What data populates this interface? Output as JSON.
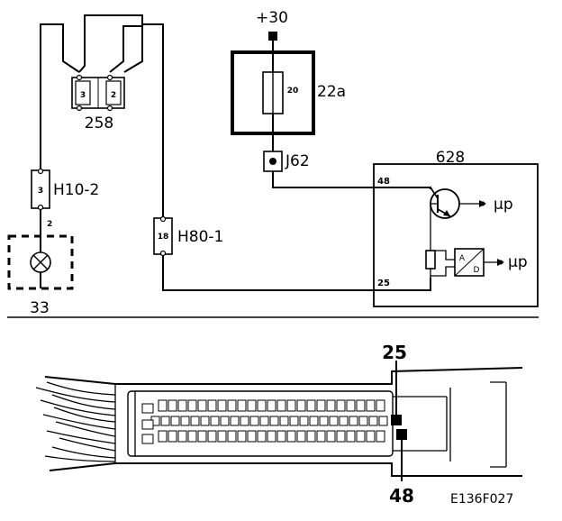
{
  "labels": {
    "supply": "+30",
    "fuse_unit": "22a",
    "fuse_rating": "20",
    "splice": "J62",
    "module": "628",
    "switch_block": "258",
    "switch_pin_left": "3",
    "switch_pin_right": "2",
    "connector_h10": "H10-2",
    "connector_h10_pin": "3",
    "lamp_pin": "2",
    "lamp": "33",
    "connector_h80": "H80-1",
    "connector_h80_pin": "18",
    "pin_48": "48",
    "pin_25": "25",
    "mu_out_1": "µp",
    "mu_out_2": "µp",
    "converter_a": "A",
    "converter_d": "D",
    "connector_pin_25": "25",
    "connector_pin_48": "48",
    "figure_code": "E136F027"
  }
}
